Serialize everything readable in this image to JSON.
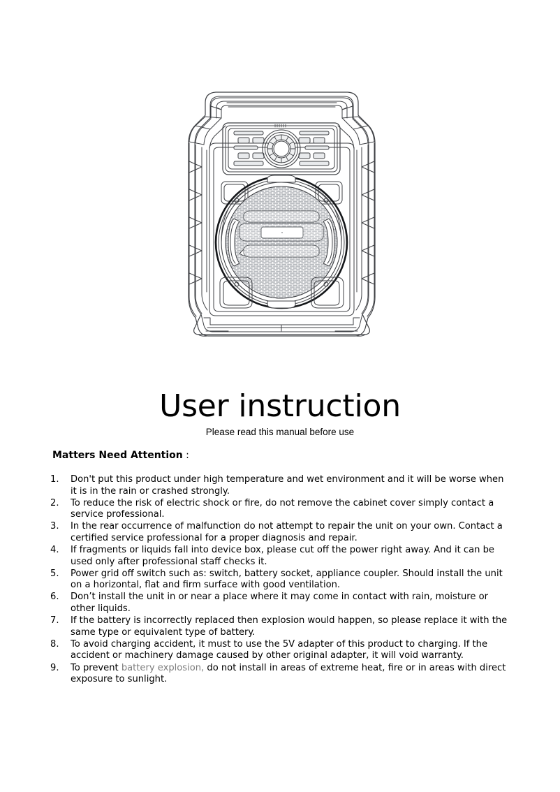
{
  "document": {
    "title": "User instruction",
    "subtitle": "Please read this manual before use",
    "section_heading": "Matters Need Attention",
    "section_heading_colon": " :",
    "muted_color": "#7d7d7d",
    "text_color": "#000000",
    "background_color": "#ffffff"
  },
  "illustration": {
    "name": "portable-bluetooth-speaker-line-drawing",
    "description": "Front view technical line drawing of a portable rugged speaker with carry handle, top control panel with rotary knob and button rows, and a large round mesh woofer grille",
    "stroke_color": "#3f4145",
    "mesh_color": "#9a9da1"
  },
  "notices": [
    {
      "number": "1.",
      "text": "Don't put this product under high temperature and wet environment and it will be worse when it is in the rain or crashed strongly."
    },
    {
      "number": "2.",
      "text": "To reduce the risk of electric shock or fire, do not remove the cabinet cover simply contact a service professional."
    },
    {
      "number": "3.",
      "text": "In the rear occurrence of malfunction do not attempt to repair the unit on your own. Contact a certified service professional for a proper diagnosis and repair."
    },
    {
      "number": "4.",
      "text": "If fragments or liquids fall into device box, please cut off the power right away. And it can be used only after professional staff checks it."
    },
    {
      "number": "5.",
      "text": "Power grid off switch such as: switch, battery socket, appliance coupler. Should install the unit on a horizontal, flat and firm surface with good ventilation."
    },
    {
      "number": "6.",
      "text": "Don’t install the unit in or near a place where it may come in contact with rain, moisture or other liquids."
    },
    {
      "number": "7.",
      "text": "If the battery is incorrectly replaced then explosion would happen, so please replace it with the same type or equivalent type of battery."
    },
    {
      "number": "8.",
      "text": "To avoid charging accident, it must to use the 5V adapter of this product to charging. If the accident or machinery damage caused by other original adapter, it will void warranty."
    },
    {
      "number": "9.",
      "text_before": "To prevent ",
      "text_muted": "battery explosion,",
      "text_after": " do not install in areas of extreme heat, fire or in areas with direct exposure to sunlight."
    }
  ]
}
